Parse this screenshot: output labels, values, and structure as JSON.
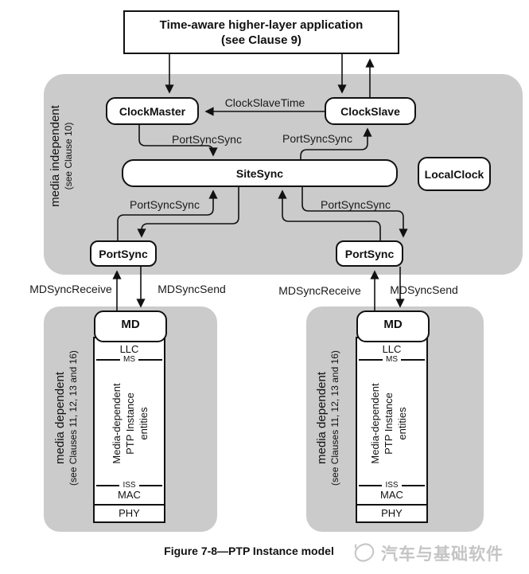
{
  "colors": {
    "region_gray": "#cbcbcb",
    "line_black": "#111111",
    "box_fill": "#ffffff",
    "watermark_gray": "#c5c5c5"
  },
  "app_box": {
    "line1": "Time-aware higher-layer application",
    "line2": "(see Clause 9)"
  },
  "regions": {
    "media_independent": {
      "label": "media independent",
      "sublabel": "(see Clause 10)"
    },
    "media_dependent": {
      "label": "media dependent",
      "sublabel": "(see Clauses 11, 12, 13 and 16)"
    }
  },
  "boxes": {
    "clock_master": "ClockMaster",
    "clock_slave": "ClockSlave",
    "site_sync": "SiteSync",
    "local_clock": "LocalClock",
    "port_sync": "PortSync",
    "md": "MD"
  },
  "arrow_labels": {
    "clock_slave_time": "ClockSlaveTime",
    "port_sync_sync": "PortSyncSync",
    "md_sync_receive": "MDSyncReceive",
    "md_sync_send": "MDSyncSend"
  },
  "stack": {
    "llc": "LLC",
    "ms": "MS",
    "middle_line1": "Media-dependent",
    "middle_line2": "PTP Instance",
    "middle_line3": "entities",
    "iss": "ISS",
    "mac": "MAC",
    "phy": "PHY"
  },
  "caption": "Figure 7-8—PTP Instance model",
  "watermark": {
    "text": "汽车与基础软件"
  }
}
